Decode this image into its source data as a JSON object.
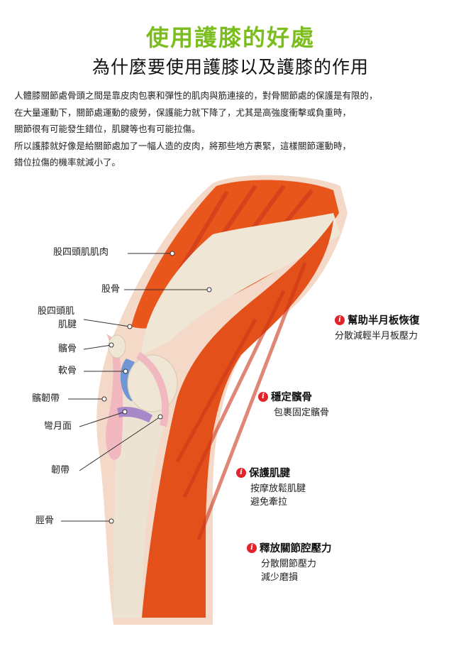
{
  "header": {
    "title": "使用護膝的好處",
    "subtitle": "為什麼要使用護膝以及護膝的作用"
  },
  "intro": [
    "人體膝關節處骨頭之間是靠皮肉包裹和彈性的肌肉與筋連接的，對骨關節處的保護是有限的，",
    "在大量運動下，關節處運動的疲勞，保護能力就下降了，尤其是高強度衝擊或負重時，",
    "關節很有可能發生錯位，肌腱等也有可能拉傷。",
    "所以護膝就好像是給關節處加了一幅人造的皮肉，將那些地方裹緊，這樣關節運動時，",
    "錯位拉傷的機率就減小了。"
  ],
  "labels": {
    "quad_muscle": "股四頭肌肌肉",
    "femur": "股骨",
    "quad_tendon_1": "股四頭肌",
    "quad_tendon_2": "肌腱",
    "patella": "髕骨",
    "cartilage": "軟骨",
    "patellar_ligament": "髕韌帶",
    "meniscus": "彎月面",
    "ligament": "韌帶",
    "tibia": "脛骨"
  },
  "features": [
    {
      "icon": "i",
      "title": "幫助半月板恢復",
      "desc": [
        "分散減輕半月板壓力"
      ]
    },
    {
      "icon": "i",
      "title": "穩定髕骨",
      "desc": [
        "包裹固定髕骨"
      ]
    },
    {
      "icon": "i",
      "title": "保護肌腱",
      "desc": [
        "按摩放鬆肌腱",
        "避免牽拉"
      ]
    },
    {
      "icon": "i",
      "title": "釋放關節腔壓力",
      "desc": [
        "分散關節壓力",
        "減少磨損"
      ]
    }
  ],
  "colors": {
    "title": "#7cbd1e",
    "muscle": "#e8561c",
    "info": "#e3232a"
  }
}
